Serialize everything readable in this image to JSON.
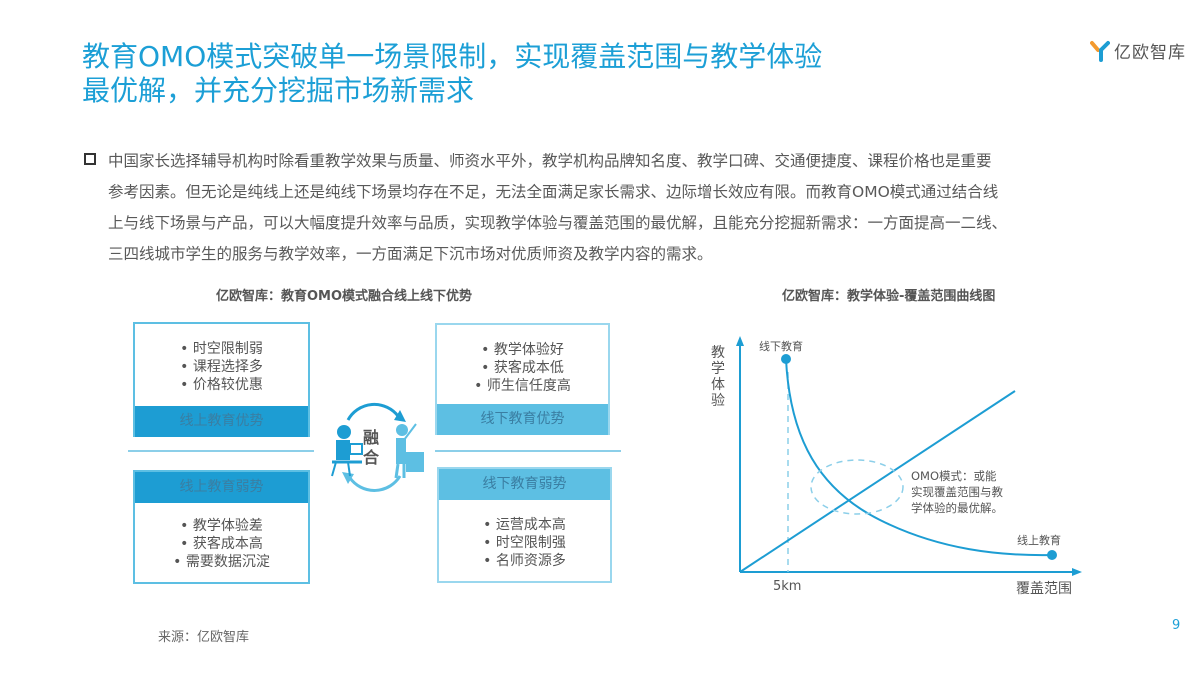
{
  "header": {
    "title_lines": [
      "教育OMO模式突破单一场景限制，实现覆盖范围与教学体验",
      "最优解，并充分挖掘市场新需求"
    ],
    "logo_text": "亿欧智库",
    "logo_icon": "y-logo-icon"
  },
  "body": {
    "paragraph_lines": [
      "中国家长选择辅导机构时除看重教学效果与质量、师资水平外，教学机构品牌知名度、教学口碑、交通便捷度、课程价格也是重要",
      "参考因素。但无论是纯线上还是纯线下场景均存在不足，无法全面满足家长需求、边际增长效应有限。而教育OMO模式通过结合线",
      "上与线下场景与产品，可以大幅度提升效率与品质，实现教学体验与覆盖范围的最优解，且能充分挖掘新需求：一方面提高一二线、",
      "三四线城市学生的服务与教学效率，一方面满足下沉市场对优质师资及教学内容的需求。"
    ]
  },
  "left_figure": {
    "title": "亿欧智库：教育OMO模式融合线上线下优势",
    "center_label": [
      "融",
      "合"
    ],
    "online_advantage": {
      "label": "线上教育优势",
      "items": [
        "• 时空限制弱",
        "• 课程选择多",
        "• 价格较优惠"
      ]
    },
    "offline_advantage": {
      "label": "线下教育优势",
      "items": [
        "• 教学体验好",
        "• 获客成本低",
        "• 师生信任度高"
      ]
    },
    "online_weakness": {
      "label": "线上教育弱势",
      "items": [
        "• 教学体验差",
        "• 获客成本高",
        "• 需要数据沉淀"
      ]
    },
    "offline_weakness": {
      "label": "线下教育弱势",
      "items": [
        "• 运营成本高",
        "• 时空限制强",
        "• 名师资源多"
      ]
    },
    "colors": {
      "online": "#1d9dd3",
      "offline": "#5dbfe3"
    }
  },
  "right_figure": {
    "title": "亿欧智库：教学体验-覆盖范围曲线图",
    "ylabel_chars": [
      "教",
      "学",
      "体",
      "验"
    ],
    "xlabel": "覆盖范围",
    "x_tick": "5km",
    "offline_label": "线下教育",
    "online_label": "线上教育",
    "omo_note_lines": [
      "OMO模式：或能",
      "实现覆盖范围与教",
      "学体验的最优解。"
    ],
    "line_color": "#1d9dd3"
  },
  "chart_data": {
    "type": "line",
    "title": "亿欧智库：教学体验-覆盖范围曲线图",
    "xlabel": "覆盖范围",
    "ylabel": "教学体验",
    "x_ticks": [
      "5km"
    ],
    "series": [
      {
        "name": "线下教育",
        "shape": "decreasing convex curve",
        "start": "high experience, ~5km coverage",
        "end": "low experience, wide coverage"
      },
      {
        "name": "线上教育 (coverage line)",
        "shape": "increasing straight line from origin"
      }
    ],
    "annotations": [
      "线下教育",
      "线上教育",
      "OMO模式：或能实现覆盖范围与教学体验的最优解。",
      "dashed ellipse at curve intersection",
      "dashed vertical at 5km"
    ],
    "grid": false
  },
  "footer": {
    "source": "来源：亿欧智库",
    "page_number": "9"
  }
}
